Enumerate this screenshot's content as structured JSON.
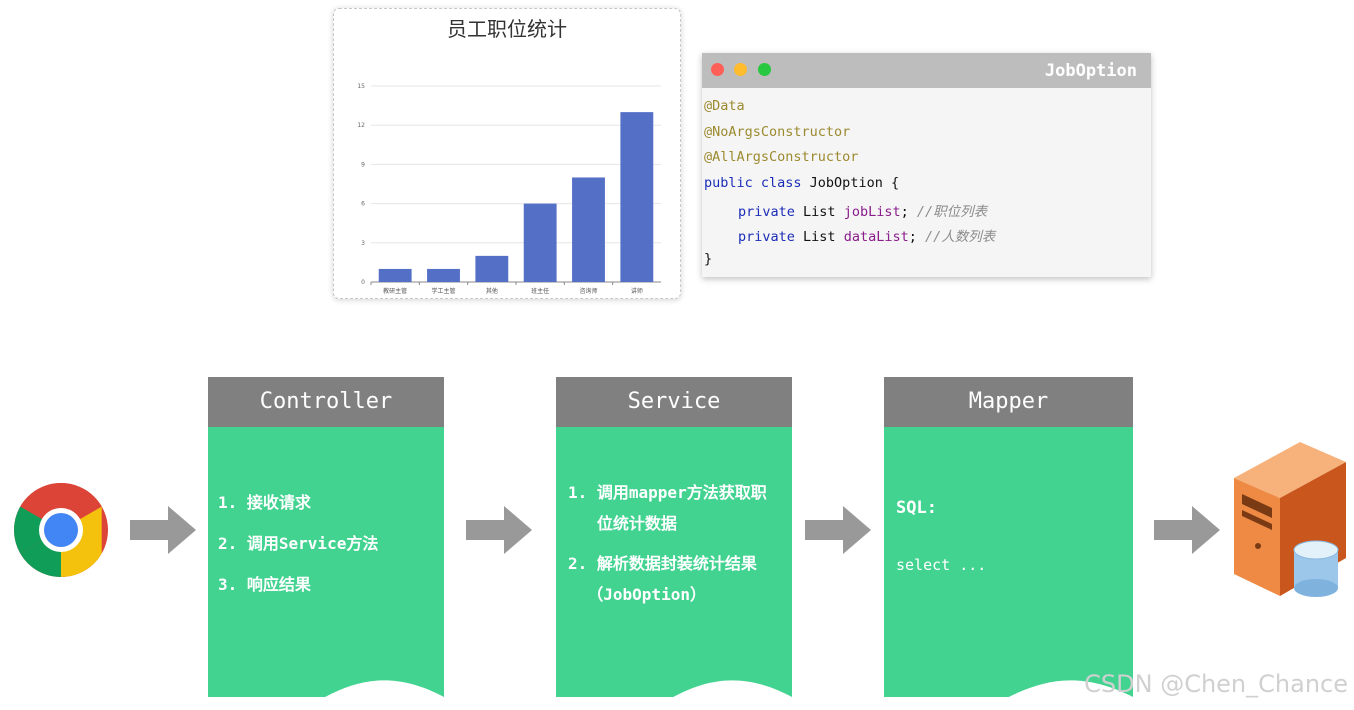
{
  "chart_data": {
    "type": "bar",
    "title": "员工职位统计",
    "categories": [
      "教研主管",
      "学工主管",
      "其他",
      "班主任",
      "咨询师",
      "讲师"
    ],
    "values": [
      1,
      1,
      2,
      6,
      8,
      13
    ],
    "yticks": [
      0,
      3,
      6,
      9,
      12,
      15
    ],
    "ylim": [
      0,
      15
    ],
    "grid": true,
    "bar_color": "#5470c6"
  },
  "code_window": {
    "title": "JobOption",
    "lines": {
      "l1": "@Data",
      "l2": "@NoArgsConstructor",
      "l3": "@AllArgsConstructor",
      "l4_kw": "public class",
      "l4_rest": " JobOption {",
      "l5_kw": "private",
      "l5_type": " List ",
      "l5_field": "jobList",
      "l5_semi": ";",
      "l5_cmt": " //职位列表",
      "l6_kw": "private",
      "l6_type": " List ",
      "l6_field": "dataList",
      "l6_semi": ";",
      "l6_cmt": " //人数列表",
      "l7": "}"
    }
  },
  "flow": {
    "controller": {
      "title": "Controller",
      "steps": [
        "1. 接收请求",
        "2. 调用Service方法",
        "3. 响应结果"
      ]
    },
    "service": {
      "title": "Service",
      "step1_a": "1. 调用mapper方法获取职",
      "step1_b": "   位统计数据",
      "step2_a": "2. 解析数据封装统计结果",
      "step2_b": "  （JobOption）"
    },
    "mapper": {
      "title": "Mapper",
      "sql_label": "SQL:",
      "sql_text": "select ..."
    }
  },
  "colors": {
    "box_header": "#808080",
    "box_body": "#43d391",
    "arrow": "#999999"
  },
  "icons": {
    "browser": "chrome-browser-icon",
    "server": "server-database-icon"
  },
  "watermark": "CSDN @Chen_Chance"
}
